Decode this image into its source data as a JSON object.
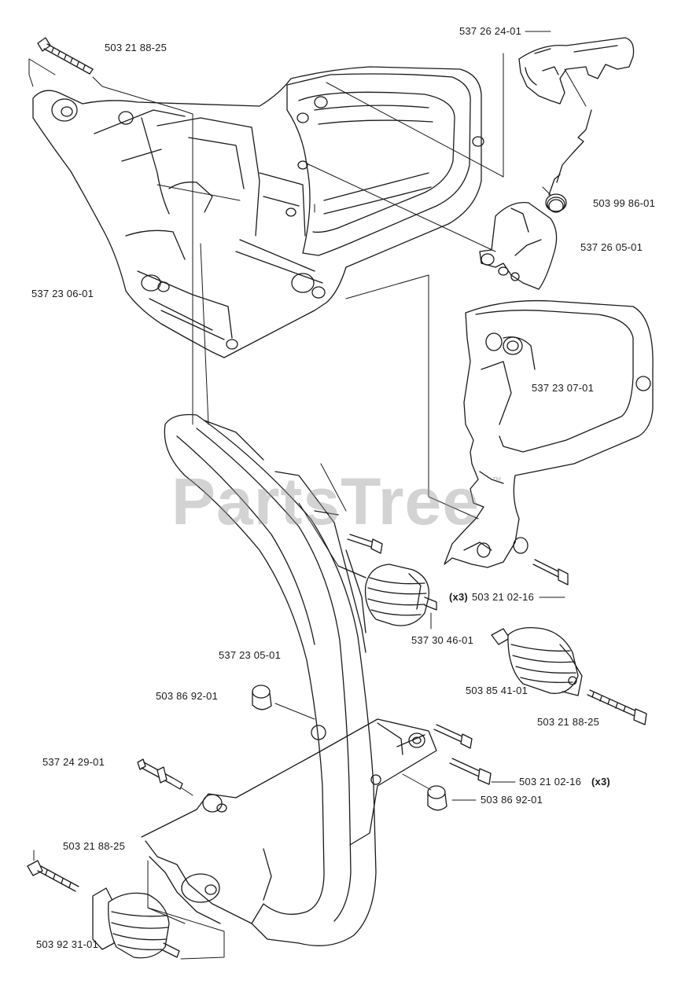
{
  "watermark": {
    "text": "PartsTree",
    "trademark": "™"
  },
  "labels": {
    "bolt_top": "503 21 88-25",
    "throttle_trigger": "537 26 24-01",
    "spring": "503 99 86-01",
    "throttle_lockout": "537 26 05-01",
    "handle_housing": "537 23 06-01",
    "handle_cover": "537 23 07-01",
    "screw_cover_qty": "(x3)",
    "screw_cover": "503 21 02-16",
    "av_element_a": "537 30 46-01",
    "front_handle": "537 23 05-01",
    "av_element_b": "503 85 41-01",
    "bushing_left": "503 86 92-01",
    "bolt_right": "503 21 88-25",
    "pin": "537 24 29-01",
    "screw_handle": "503 21 02-16",
    "screw_handle_qty": "(x3)",
    "bushing_right": "503 86 92-01",
    "bolt_bottom": "503 21 88-25",
    "av_element_c": "503 92 31-01"
  }
}
